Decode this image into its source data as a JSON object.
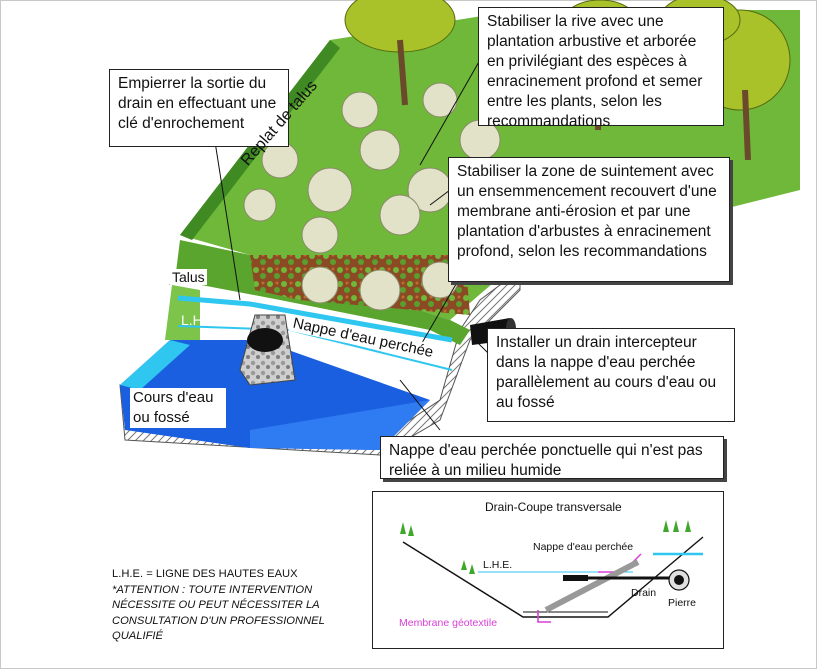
{
  "callouts": {
    "stabiliser_rive": "Stabiliser la rive avec une plantation arbustive et arborée en privilégiant des espèces à enracinement profond et semer entre les plants, selon les recommandations",
    "empierrer": "Empierrer la sortie du drain en effectuant une clé d'enrochement",
    "zone_suintement": "Stabiliser la zone de suintement avec un ensemmencement recouvert d'une membrane anti-érosion et par une plantation d'arbustes à enracinement profond, selon les recommandations",
    "drain_intercepteur": "Installer un drain intercepteur dans la nappe d'eau perchée parallèlement au cours d'eau ou au fossé",
    "nappe_ponctuelle": "Nappe d'eau perchée ponctuelle qui n'est pas reliée à un milieu humide"
  },
  "labels": {
    "replat": "Replat de talus",
    "talus": "Talus",
    "lhe": "L.H.E.",
    "nappe": "Nappe d'eau perchée",
    "cours_eau": "Cours d'eau ou fossé"
  },
  "inset": {
    "title": "Drain-Coupe transversale",
    "nappe": "Nappe d'eau perchée",
    "lhe": "L.H.E.",
    "drain": "Drain",
    "pierre": "Pierre",
    "membrane": "Membrane géotextile"
  },
  "notes": {
    "lhe_def": "L.H.E. = LIGNE DES HAUTES EAUX",
    "attention": "*ATTENTION : TOUTE INTERVENTION NÉCESSITE OU PEUT NÉCESSITER LA CONSULTATION D'UN PROFESSIONNEL QUALIFIÉ"
  },
  "colors": {
    "grass": "#6fb83a",
    "grass_dark": "#3f8a22",
    "water": "#1a5fe0",
    "water_light": "#2fc6f0",
    "seepage": "#a0522d",
    "tree": "#a9c22a",
    "membrane": "#d83fd8"
  }
}
